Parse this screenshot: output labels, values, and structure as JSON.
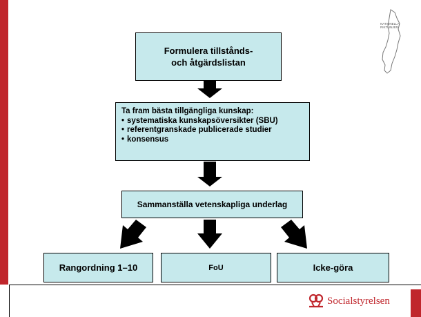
{
  "colors": {
    "box_fill": "#c6e9ec",
    "accent_red": "#c0262c",
    "arrow": "#000000"
  },
  "logo_top": {
    "icon": "sweden-map-icon",
    "lines": [
      "NATIONELLA",
      "RIKTLINJER"
    ]
  },
  "flow": {
    "step1": {
      "line1": "Formulera tillstånds-",
      "line2": "och åtgärdslistan"
    },
    "step2": {
      "heading": "Ta fram bästa tillgängliga kunskap:",
      "bullets": [
        "systematiska kunskapsöversikter (SBU)",
        "referentgranskade publicerade studier",
        "konsensus"
      ]
    },
    "step3": "Sammanställa vetenskapliga underlag",
    "outcomes": [
      "Rangordning 1–10",
      "FoU",
      "Icke-göra"
    ]
  },
  "footer": {
    "icon": "socialstyrelsen-logo-icon",
    "brand": "Socialstyrelsen"
  }
}
